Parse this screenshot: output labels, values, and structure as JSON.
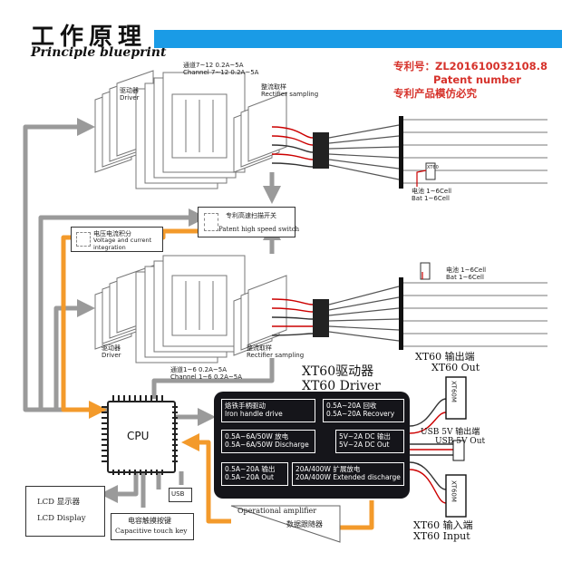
{
  "header": {
    "title_cn": "工作原理",
    "title_en": "Principle blueprint",
    "patent_label_cn": "专利号：ZL201610032108.8",
    "patent_label_en": "Patent number",
    "patent_note_cn": "专利产品模仿必究"
  },
  "top_module": {
    "channel_cn": "通道7~12 0.2A~5A",
    "channel_en": "Channel 7~12 0.2A~5A",
    "driver_cn": "驱动器",
    "driver_en": "Driver",
    "rectifier_cn": "整流取样",
    "rectifier_en": "Rectifier sampling",
    "battery_cn": "电池 1~6Cell",
    "battery_en": "Bat 1~6Cell"
  },
  "bottom_module": {
    "channel_cn": "通道1~6 0.2A~5A",
    "channel_en": "Channel 1~6 0.2A~5A",
    "driver_cn": "驱动器",
    "driver_en": "Driver",
    "rectifier_cn": "整流取样",
    "rectifier_en": "Rectifier sampling",
    "battery_cn": "电池 1~6Cell",
    "battery_en": "Bat 1~6Cell"
  },
  "switch": {
    "cn": "专利高速扫描开关",
    "en": "Patent high speed switch"
  },
  "voltage_integration": {
    "cn": "电压电流积分",
    "en": "Voltage and current integration"
  },
  "cpu": {
    "label": "CPU"
  },
  "lcd": {
    "cn": "LCD 显示器",
    "en": "LCD Display"
  },
  "usb": {
    "label": "USB"
  },
  "touch_key": {
    "cn": "电容触摸按键",
    "en": "Capacitive touch key"
  },
  "amplifier": {
    "en": "Operational amplifier",
    "cn": "数据跟随器"
  },
  "xt60_driver": {
    "title_cn": "XT60驱动器",
    "title_en": "XT60 Driver",
    "cells": {
      "iron_cn": "烙铁手柄驱动",
      "iron_en": "Iron handle drive",
      "recovery_cn": "0.5A~20A 回收",
      "recovery_en": "0.5A~20A Recovery",
      "discharge_cn": "0.5A~6A/50W 放电",
      "discharge_en": "0.5A~6A/50W Discharge",
      "dc_out_cn": "5V~2A DC 输出",
      "dc_out_en": "5V~2A DC Out",
      "out_cn": "0.5A~20A 输出",
      "out_en": "0.5A~20A Out",
      "extended_cn": "20A/400W 扩展放电",
      "extended_en": "20A/400W Extended discharge"
    }
  },
  "right_ports": {
    "xt60_out_cn": "XT60 输出端",
    "xt60_out_en": "XT60 Out",
    "usb_out_cn": "USB 5V 输出端",
    "usb_out_en": "USB 5V Out",
    "xt60_in_cn": "XT60 输入端",
    "xt60_in_en": "XT60 Input",
    "connector_label": "XT60M",
    "small_connector_label": "XT60"
  },
  "colors": {
    "accent_blue": "#1a9be6",
    "patent_red": "#d6322b",
    "arrow_orange": "#f39a2b",
    "arrow_grey": "#9a9a9a",
    "driver_dark": "#15151a"
  }
}
